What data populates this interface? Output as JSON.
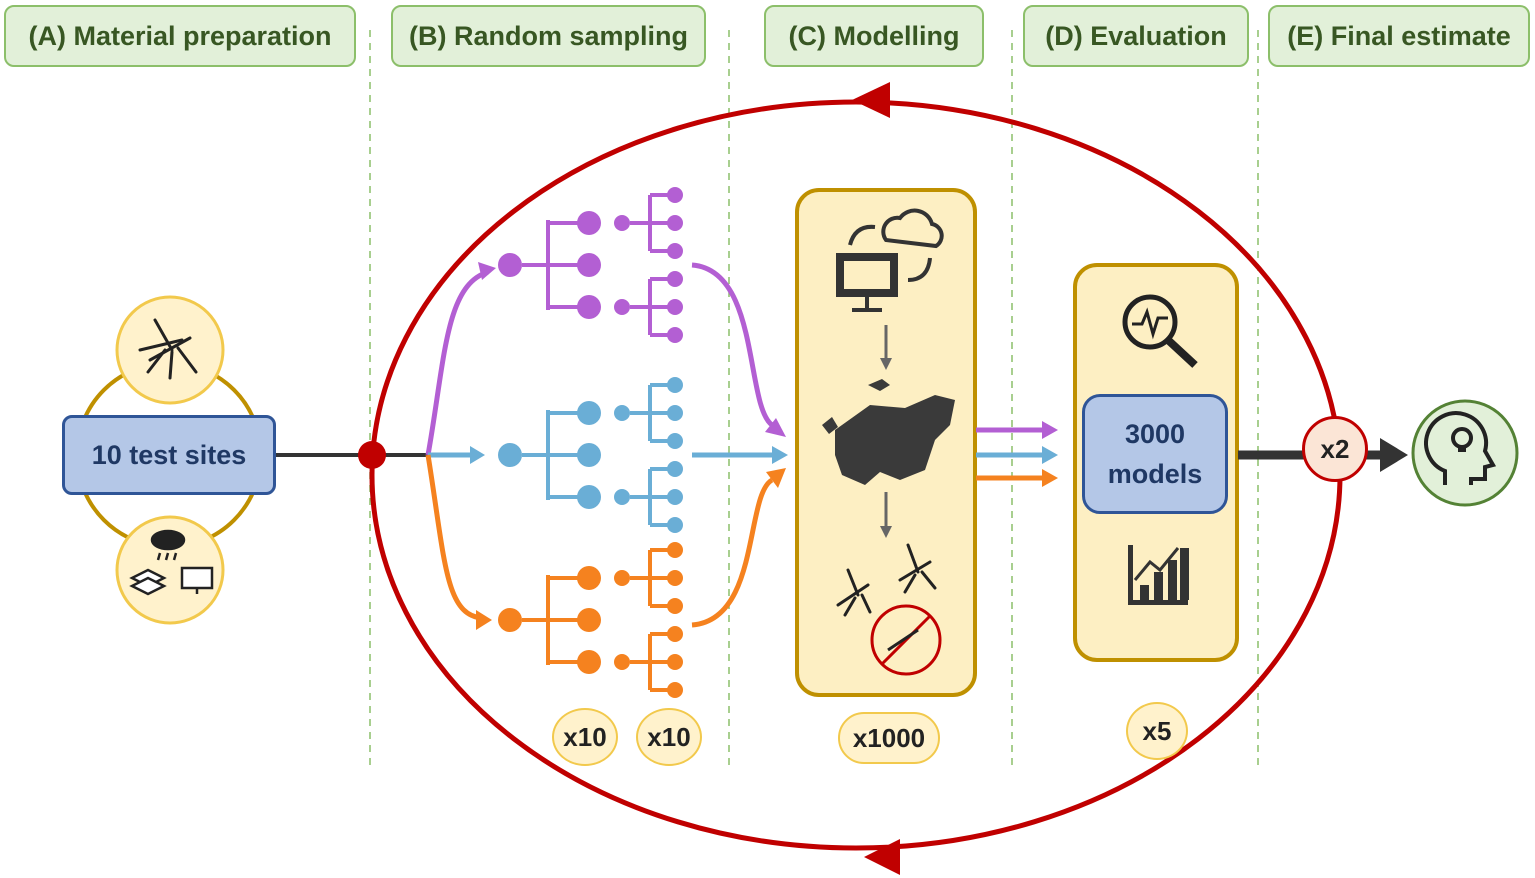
{
  "stages": {
    "a": "(A) Material preparation",
    "b": "(B) Random sampling",
    "c": "(C) Modelling",
    "d": "(D) Evaluation",
    "e": "(E) Final estimate"
  },
  "nodes": {
    "test_sites": "10 test sites",
    "models_line1": "3000",
    "models_line2": "models"
  },
  "multipliers": {
    "sampling_1": "x10",
    "sampling_2": "x10",
    "modelling": "x1000",
    "evaluation": "x5",
    "final": "x2"
  },
  "icons": {
    "mosquito": "mosquito-icon",
    "climate_data": "climate-data-icon",
    "computer_cloud": "computer-cloud-icon",
    "europe_map": "europe-map-icon",
    "no_mosquito": "no-mosquito-icon",
    "analysis": "magnifier-analysis-icon",
    "bar_chart": "bar-chart-icon",
    "head_idea": "head-lightbulb-icon"
  },
  "colors": {
    "loop": "#c00000",
    "purple": "#b35fd3",
    "blue": "#6aaed6",
    "orange": "#f5821f",
    "stage_fill": "#e2f0d9",
    "stage_border": "#8cbf6a",
    "panel_fill": "#fdefc3",
    "panel_border": "#bf9000",
    "node_fill": "#b4c7e7",
    "node_border": "#2f5597"
  }
}
